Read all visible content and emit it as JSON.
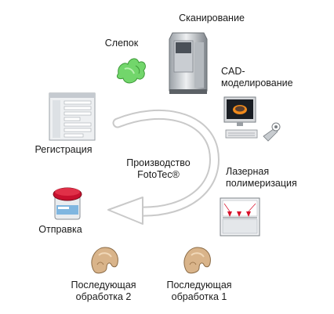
{
  "center": {
    "line1": "Производство",
    "line2": "FotoTec®"
  },
  "steps": {
    "scan": "Сканирование",
    "impression": "Слепок",
    "cad_line1": "CAD-",
    "cad_line2": "моделирование",
    "registration": "Регистрация",
    "laser_line1": "Лазерная",
    "laser_line2": "полимеризация",
    "shipping": "Отправка",
    "post2_line1": "Последующая",
    "post2_line2": "обработка 2",
    "post1_line1": "Последующая",
    "post1_line2": "обработка 1"
  },
  "colors": {
    "arrow": "#c8c8c8",
    "impression_green": "#6fd36a",
    "shell_beige": "#d9b48a",
    "jar_red": "#c8102e",
    "laser_red": "#d8102a"
  },
  "icons": [
    "scanner-icon",
    "impression-icon",
    "computer-icon",
    "form-icon",
    "laser-icon",
    "jar-icon",
    "shell-icon"
  ]
}
